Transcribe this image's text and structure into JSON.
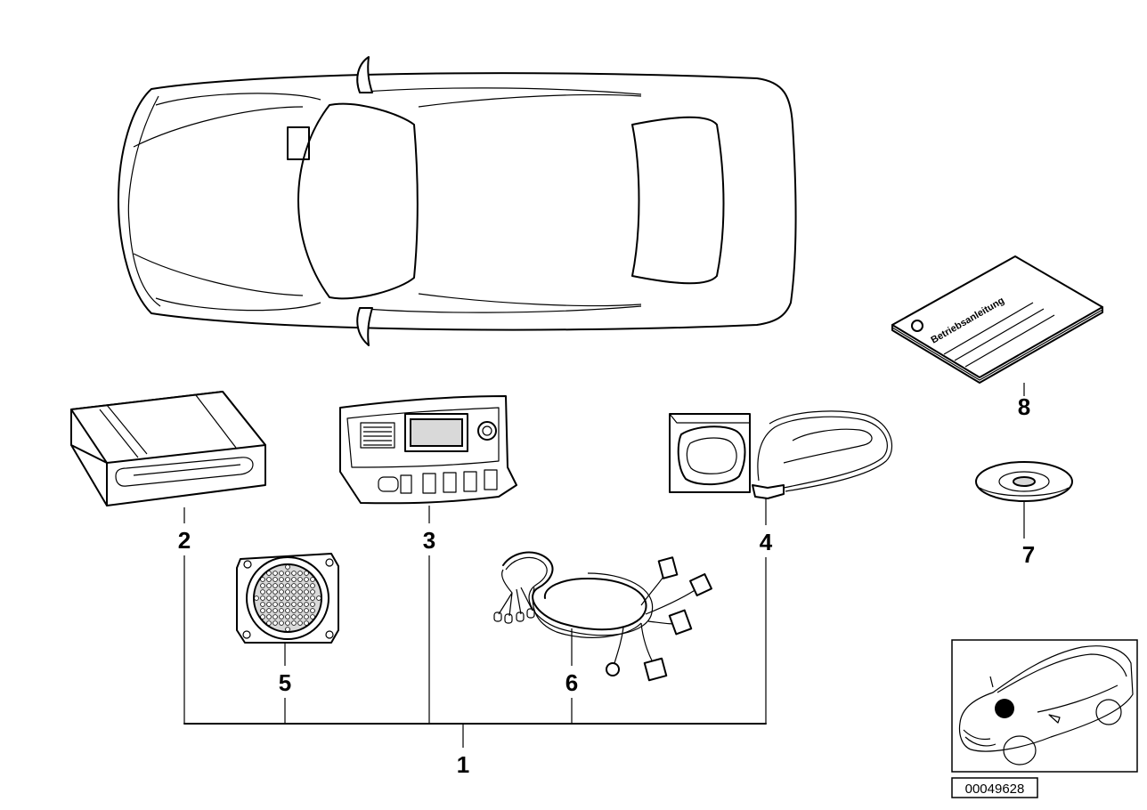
{
  "diagram": {
    "callouts": [
      {
        "id": "1",
        "label": "1"
      },
      {
        "id": "2",
        "label": "2"
      },
      {
        "id": "3",
        "label": "3"
      },
      {
        "id": "4",
        "label": "4"
      },
      {
        "id": "5",
        "label": "5"
      },
      {
        "id": "6",
        "label": "6"
      },
      {
        "id": "7",
        "label": "7"
      },
      {
        "id": "8",
        "label": "8"
      }
    ],
    "manual_title": "Betriebsanleitung",
    "reference_number": "00049628"
  }
}
